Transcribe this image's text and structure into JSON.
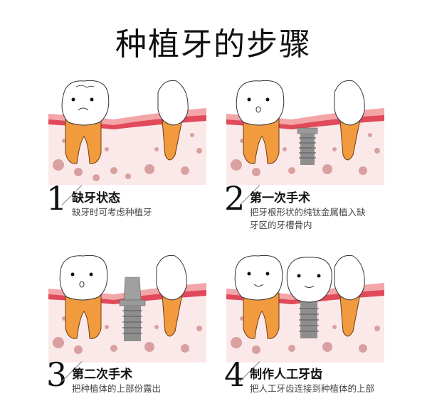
{
  "title": "种植牙的步骤",
  "colors": {
    "root": "#f29a3e",
    "gum": "#f3a5a8",
    "gum_line": "#e04a5a",
    "bone": "#fbe9ea",
    "bone_spot": "#d9a0a0",
    "implant": "#8e8e8e"
  },
  "steps": [
    {
      "number": "1",
      "title": "缺牙状态",
      "desc": "缺牙时可考虑种植牙",
      "face": "worried",
      "implant": "none"
    },
    {
      "number": "2",
      "title": "第一次手术",
      "desc": "把牙根形状的纯钛金属植入缺牙区的牙槽骨内",
      "face": "surprised",
      "implant": "screw"
    },
    {
      "number": "3",
      "title": "第二次手术",
      "desc": "把种植体的上部份露出",
      "face": "surprised",
      "implant": "abutment"
    },
    {
      "number": "4",
      "title": "制作人工牙齿",
      "desc": "把人工牙齿连接到种植体的上部",
      "face": "happy",
      "implant": "crown"
    }
  ]
}
